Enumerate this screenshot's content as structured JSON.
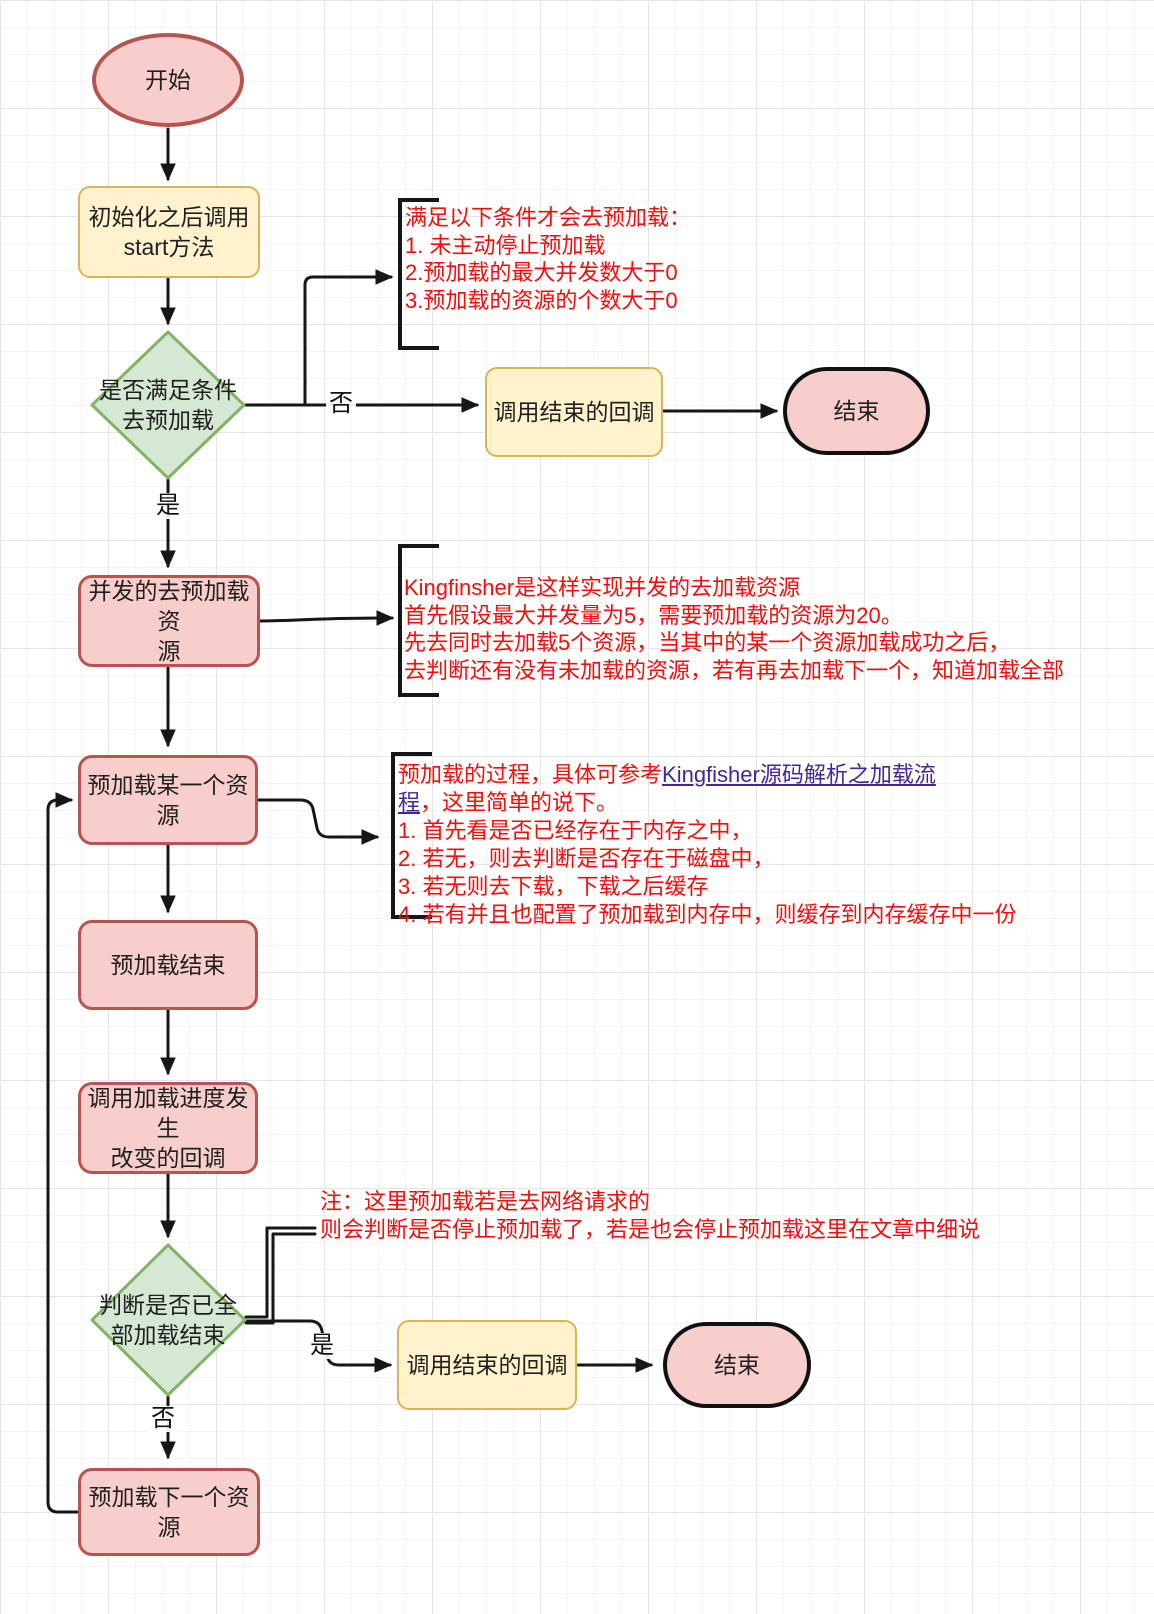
{
  "colors": {
    "pink_fill": "#f8cecc",
    "pink_border": "#b85450",
    "yellow_fill": "#fff2cc",
    "yellow_border": "#d6b656",
    "green_fill": "#d5e8d4",
    "green_border": "#82b366",
    "annotation_red": "#f40d0a",
    "link_purple": "#45249c",
    "wire_black": "#161616"
  },
  "nodes": {
    "start": {
      "label": "开始"
    },
    "init": {
      "line1": "初始化之后调用",
      "line2": "start方法"
    },
    "cond1": {
      "line1": "是否满足条件",
      "line2": "去预加载"
    },
    "callback1": {
      "label": "调用结束的回调"
    },
    "end1": {
      "label": "结束"
    },
    "concurrent": {
      "line1": "并发的去预加载资",
      "line2": "源"
    },
    "preload_one": {
      "label": "预加载某一个资源"
    },
    "preload_done": {
      "label": "预加载结束"
    },
    "progress": {
      "line1": "调用加载进度发生",
      "line2": "改变的回调"
    },
    "cond2": {
      "line1": "判断是否已全",
      "line2": "部加载结束"
    },
    "callback2": {
      "label": "调用结束的回调"
    },
    "end2": {
      "label": "结束"
    },
    "preload_next": {
      "label": "预加载下一个资源"
    }
  },
  "edge_labels": {
    "no1": "否",
    "yes1": "是",
    "yes2": "是",
    "no2": "否"
  },
  "annotations": {
    "conditions": {
      "lines": [
        "满足以下条件才会去预加载：",
        "1. 未主动停止预加载",
        "2.预加载的最大并发数大于0",
        "3.预加载的资源的个数大于0"
      ]
    },
    "concurrent": {
      "lines": [
        "Kingfinsher是这样实现并发的去加载资源",
        "首先假设最大并发量为5，需要预加载的资源为20。",
        "先去同时去加载5个资源，当其中的某一个资源加载成功之后，",
        "去判断还有没有未加载的资源，若有再去加载下一个，知道加载全部"
      ]
    },
    "process": {
      "prefix": "预加载的过程，具体可参考",
      "link": "Kingfisher源码解析之加载流程",
      "suffix": "，这里简单的说下。",
      "items": [
        "1. 首先看是否已经存在于内存之中，",
        "2. 若无，则去判断是否存在于磁盘中，",
        "3. 若无则去下载，下载之后缓存",
        "4. 若有并且也配置了预加载到内存中，则缓存到内存缓存中一份"
      ]
    },
    "note": {
      "lines": [
        "注：这里预加载若是去网络请求的",
        "则会判断是否停止预加载了，若是也会停止预加载这里在文章中细说"
      ]
    }
  }
}
